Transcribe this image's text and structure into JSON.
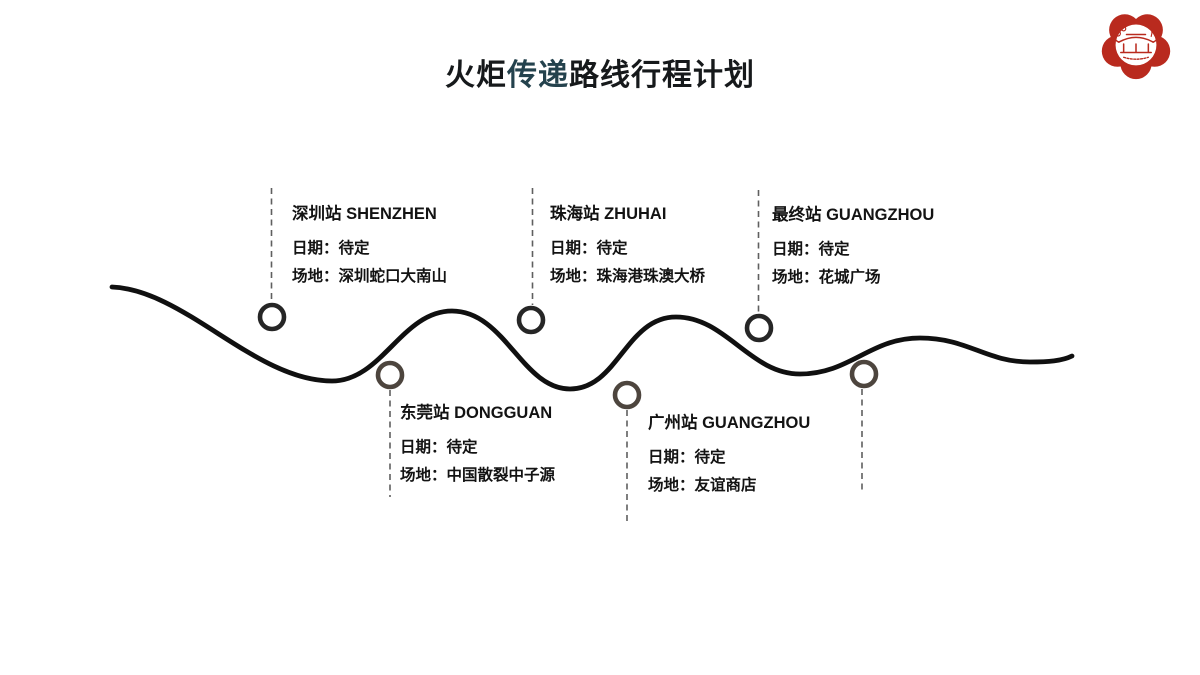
{
  "slide": {
    "title_full": "火炬传递路线行程计划",
    "title_parts": [
      {
        "text": "火炬",
        "color": "#16191b"
      },
      {
        "text": "传递",
        "color": "#24424d"
      },
      {
        "text": "路线行程计划",
        "color": "#16191b"
      }
    ],
    "background": "#ffffff"
  },
  "logo": {
    "name": "plum-blossom-pavilion-emblem",
    "petal_color": "#b92a1e",
    "inner_color": "#ffffff"
  },
  "route": {
    "line_color": "#101010",
    "dash_color": "#5f5f5f",
    "marker_fill": "#ffffff",
    "marker_stroke_top": "#262626",
    "marker_stroke_bottom": "#4d453e",
    "stations": [
      {
        "name": "深圳站 SHENZHEN",
        "date": "日期：待定",
        "venue": "场地：深圳蛇口大南山",
        "side": "top"
      },
      {
        "name": "东莞站 DONGGUAN",
        "date": "日期：待定",
        "venue": "场地：中国散裂中子源",
        "side": "bottom"
      },
      {
        "name": "珠海站 ZHUHAI",
        "date": "日期：待定",
        "venue": "场地：珠海港珠澳大桥",
        "side": "top"
      },
      {
        "name": "广州站 GUANGZHOU",
        "date": "日期：待定",
        "venue": "场地：友谊商店",
        "side": "bottom"
      },
      {
        "name": "最终站 GUANGZHOU",
        "date": "日期：待定",
        "venue": "场地：花城广场",
        "side": "top"
      }
    ]
  }
}
